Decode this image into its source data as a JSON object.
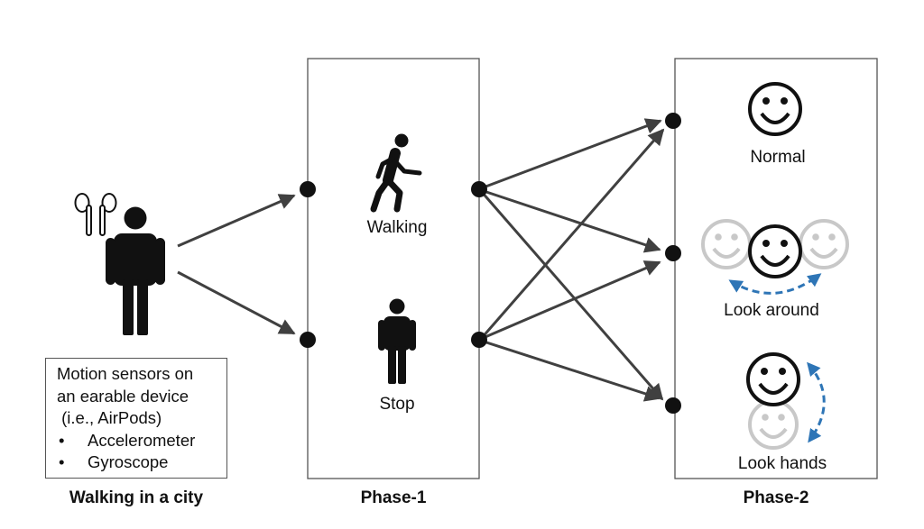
{
  "stages": {
    "input": {
      "title": "Walking in a city"
    },
    "phase1": {
      "title": "Phase-1",
      "states": [
        "Walking",
        "Stop"
      ]
    },
    "phase2": {
      "title": "Phase-2",
      "states": [
        "Normal",
        "Look around",
        "Look hands"
      ]
    }
  },
  "sensor_box": {
    "lines": [
      "Motion sensors on",
      "an earable device",
      " (i.e., AirPods)"
    ],
    "items": [
      "Accelerometer",
      "Gyroscope"
    ]
  },
  "colors": {
    "arrow": "#404040",
    "node": "#111111",
    "face": "#111111",
    "ghost_face": "#c8c8c8",
    "motion_arrow": "#2e75b6"
  },
  "icons": [
    "airpods-icon",
    "person-standing-icon",
    "walking-person-icon",
    "stop-person-icon",
    "smiley-face-icon",
    "curved-double-arrow-icon"
  ]
}
